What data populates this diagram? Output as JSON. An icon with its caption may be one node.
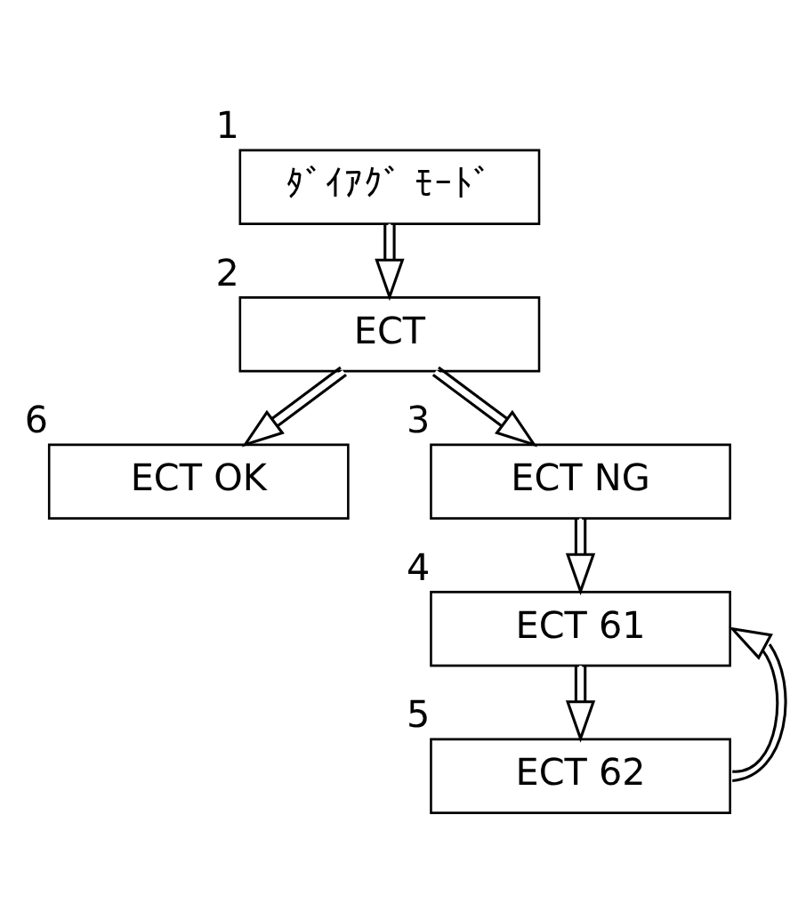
{
  "diagram": {
    "nodes": [
      {
        "text": [
          "ﾀﾞｲｱｸﾞ ﾓｰﾄﾞ"
        ],
        "beside": [
          "1"
        ]
      },
      {
        "text": [
          "ECT"
        ],
        "beside": [
          "2"
        ]
      },
      {
        "text": [
          "ECT OK"
        ],
        "beside": [
          "6"
        ]
      },
      {
        "text": [
          "ECT NG"
        ],
        "beside": [
          "3"
        ]
      },
      {
        "text": [
          "ECT 61"
        ],
        "beside": [
          "4"
        ]
      },
      {
        "text": [
          "ECT 62"
        ],
        "beside": [
          "5"
        ]
      }
    ],
    "edges": [
      {
        "from": 0,
        "to": 1,
        "arrow": "to"
      },
      {
        "from": 1,
        "to": 2,
        "arrow": "to"
      },
      {
        "from": 1,
        "to": 3,
        "arrow": "to"
      },
      {
        "from": 3,
        "to": 4,
        "arrow": "to"
      },
      {
        "from": 4,
        "to": 5,
        "arrow": "to"
      },
      {
        "from": 5,
        "to": 4,
        "arrow": "to"
      }
    ]
  }
}
